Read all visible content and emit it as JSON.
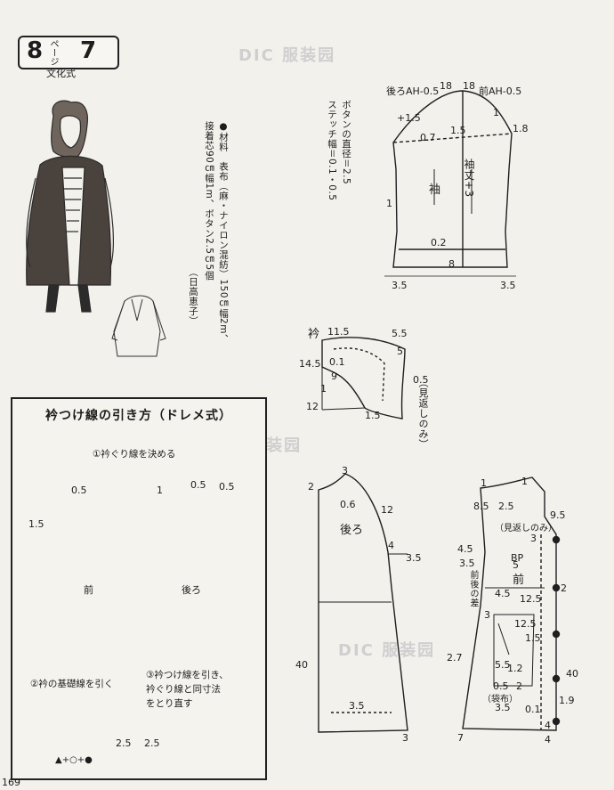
{
  "header": {
    "num": "8",
    "unit": "ページ",
    "page": "7",
    "style": "文化式"
  },
  "materials": {
    "line1": "●材料　表布（麻・ナイロン混紡）150㎝幅2m、",
    "line2": "接着芯90㎝幅1m、ボタン2.5㎝5個",
    "credit": "（日高恵子）"
  },
  "button_note": {
    "line1": "ボタンの直径＝2.5",
    "line2": "ステッチ幅＝0.1・0.5"
  },
  "sleeve": {
    "back_ah": "後ろAH-0.5",
    "front_ah": "前AH-0.5",
    "name": "袖",
    "length": "袖丈+3",
    "marks": [
      "18",
      "18",
      "1",
      "1.8",
      "0.7",
      "1.5",
      "+1.5",
      "1",
      "0.2",
      "8",
      "3.5",
      "3.5"
    ]
  },
  "collar": {
    "name": "衿",
    "facing": "（見返しのみ）",
    "marks": [
      "11.5",
      "5.5",
      "5",
      "14.5",
      "0.1",
      "9",
      "1",
      "12",
      "1.5",
      "0.5"
    ]
  },
  "back": {
    "name": "後ろ",
    "marks": [
      "3",
      "2",
      "0.6",
      "12",
      "4",
      "3.5",
      "40",
      "3.5",
      "3"
    ]
  },
  "front": {
    "name": "前",
    "facing_only": "（見返しのみ）",
    "diff": "前後の差",
    "pocket": "（袋布）",
    "marks": [
      "1",
      "8.5",
      "2.5",
      "1",
      "9.5",
      "3",
      "4.5",
      "3.5",
      "5",
      "2",
      "4.5",
      "12.5",
      "3",
      "12.5",
      "1.5",
      "2.7",
      "5.5",
      "1.2",
      "0.5",
      "2",
      "3.5",
      "0.1",
      "1.9",
      "4",
      "40",
      "7",
      "4"
    ]
  },
  "panel": {
    "title": "衿つけ線の引き方（ドレメ式）",
    "step1": "①衿ぐり線を決める",
    "step2": "②衿の基礎線を引く",
    "step3_l1": "③衿つけ線を引き、",
    "step3_l2": "衿ぐり線と同寸法",
    "step3_l3": "をとり直す",
    "front_label": "前",
    "back_label": "後ろ",
    "m_05a": "0.5",
    "m_15": "1.5",
    "m_1": "1",
    "m_05b": "0.5",
    "m_05c": "0.5",
    "m_25a": "2.5",
    "m_25b": "2.5",
    "symbols": "▲+○+●"
  },
  "bp": "BP",
  "page_number": "169",
  "watermark": "DIC 服装园"
}
